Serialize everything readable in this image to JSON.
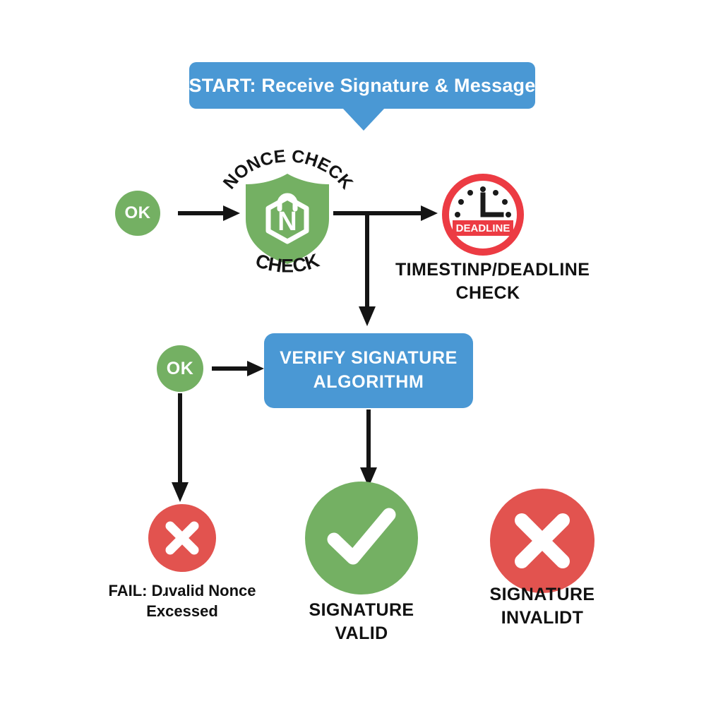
{
  "diagram": {
    "title_banner": {
      "text": "START: Receive Signature & Message"
    },
    "nonce_check": {
      "arc_top": "NONCE CHECK",
      "arc_bottom": "CHECK",
      "badge_letter": "N",
      "icon": "shield-lock-icon"
    },
    "timestamp_check": {
      "label_line1": "TIMESTINP/DEADLINE",
      "label_line2": "CHECK",
      "clock_banner": "DEADLINE",
      "icon": "clock-deadline-icon"
    },
    "verify_box": {
      "line1": "VERIFY SIGNATURE",
      "line2": "ALGORITHM"
    },
    "ok_nodes": [
      {
        "label": "OK"
      },
      {
        "label": "OK"
      }
    ],
    "outcomes": [
      {
        "icon": "cross-circle-icon",
        "line1": "FAIL: Dɹvalid Nonce",
        "line2": "Excessed",
        "style": "mixed"
      },
      {
        "icon": "check-circle-icon",
        "line1": "SIGNATURE",
        "line2": "VALID",
        "style": "caps"
      },
      {
        "icon": "cross-circle-icon",
        "line1": "SIGNATURE",
        "line2": "INVALIDT",
        "style": "caps"
      }
    ],
    "colors": {
      "blue": "#4a98d4",
      "green": "#74b063",
      "red": "#e2534f",
      "clock_red": "#ec3b43",
      "arrow": "#141414",
      "background": "#ffffff"
    }
  }
}
